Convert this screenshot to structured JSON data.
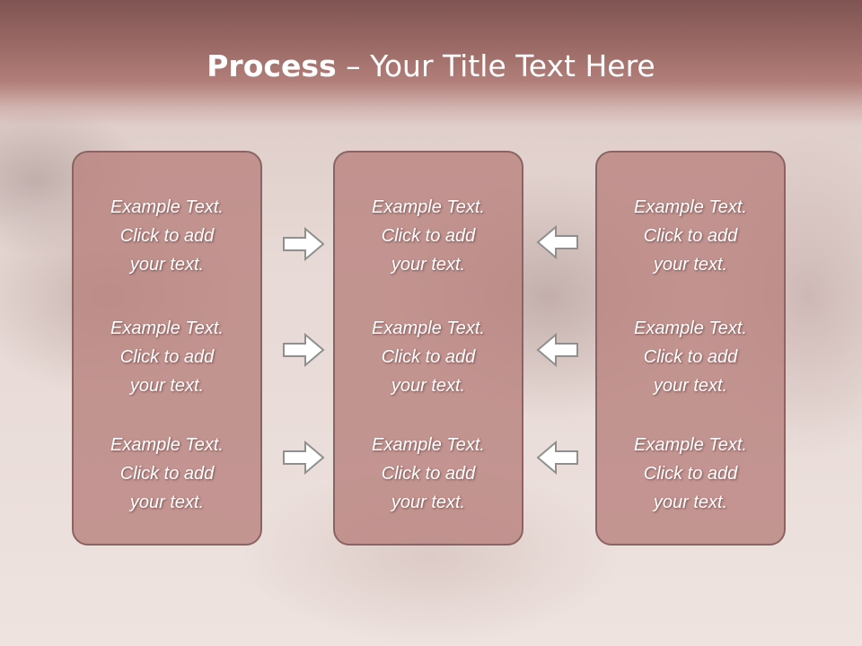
{
  "slide": {
    "title_bold": "Process",
    "title_rest": " – Your Title Text Here",
    "columns": [
      {
        "items": [
          {
            "line1": "Example Text.",
            "line2": "Click  to add",
            "line3": "your text."
          },
          {
            "line1": "Example Text.",
            "line2": "Click  to add",
            "line3": "your text."
          },
          {
            "line1": "Example Text.",
            "line2": "Click  to add",
            "line3": "your text."
          }
        ]
      },
      {
        "items": [
          {
            "line1": "Example Text.",
            "line2": "Click  to add",
            "line3": "your text."
          },
          {
            "line1": "Example Text.",
            "line2": "Click  to add",
            "line3": "your text."
          },
          {
            "line1": "Example Text.",
            "line2": "Click  to add",
            "line3": "your text."
          }
        ]
      },
      {
        "items": [
          {
            "line1": "Example Text.",
            "line2": "Click  to add",
            "line3": "your text."
          },
          {
            "line1": "Example Text.",
            "line2": "Click  to add",
            "line3": "your text."
          },
          {
            "line1": "Example Text.",
            "line2": "Click  to add",
            "line3": "your text."
          }
        ]
      }
    ],
    "arrows": [
      {
        "icon": "right-arrow-icon"
      },
      {
        "icon": "right-arrow-icon"
      },
      {
        "icon": "right-arrow-icon"
      },
      {
        "icon": "left-arrow-icon"
      },
      {
        "icon": "left-arrow-icon"
      },
      {
        "icon": "left-arrow-icon"
      }
    ]
  },
  "colors": {
    "header": "#9a6965",
    "box_fill": "#ba8480",
    "box_border": "#8a6462",
    "text": "#ffffff",
    "arrow_fill": "#ffffff",
    "arrow_stroke": "#8f8f8f"
  }
}
